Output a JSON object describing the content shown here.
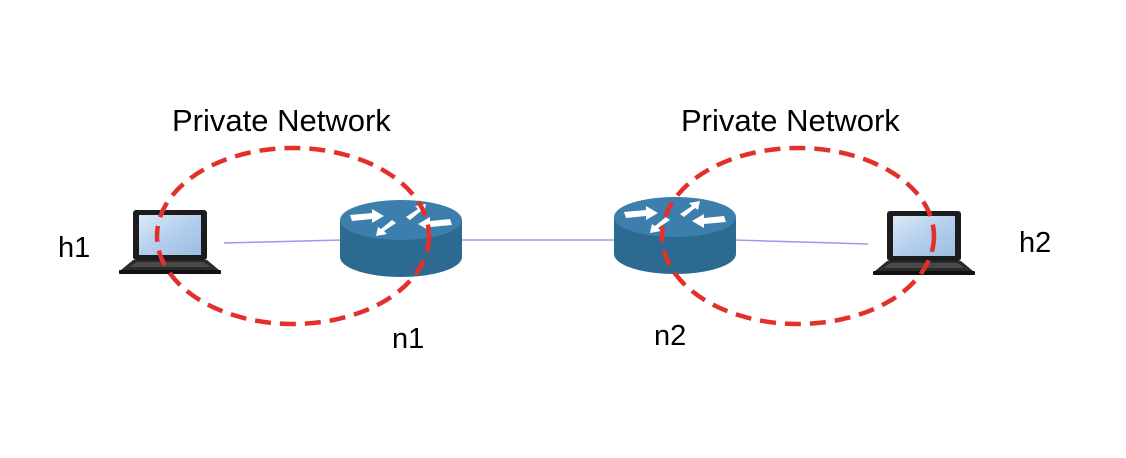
{
  "networks": [
    {
      "label": "Private Network"
    },
    {
      "label": "Private Network"
    }
  ],
  "hosts": [
    {
      "label": "h1",
      "icon": "laptop-icon"
    },
    {
      "label": "h2",
      "icon": "laptop-icon"
    }
  ],
  "routers": [
    {
      "label": "n1",
      "icon": "router-icon"
    },
    {
      "label": "n2",
      "icon": "router-icon"
    }
  ],
  "colors": {
    "link": "#9a9af0",
    "network_boundary": "#e3302a",
    "router_body": "#2d6a91",
    "router_top": "#3d7fac",
    "laptop_screen": "#b9d4ef",
    "laptop_body": "#1a1a1a"
  }
}
